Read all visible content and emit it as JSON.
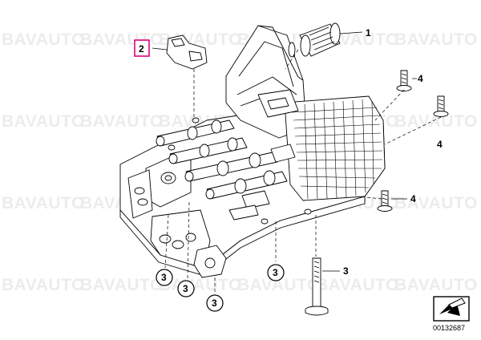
{
  "watermark": {
    "text": "BAVAUTO"
  },
  "callouts": {
    "part1": "1",
    "part2": "2",
    "part3a": "3",
    "part3b": "3",
    "part3c": "3",
    "part3d": "3",
    "part3e": "3",
    "part4a": "4",
    "part4b": "4",
    "part4c": "4"
  },
  "diagram_number": "00132687",
  "icons": {
    "navigation": "arrow-next-icon"
  },
  "colors": {
    "highlight": "#e0007a",
    "line": "#000000",
    "watermark": "#ececec"
  }
}
